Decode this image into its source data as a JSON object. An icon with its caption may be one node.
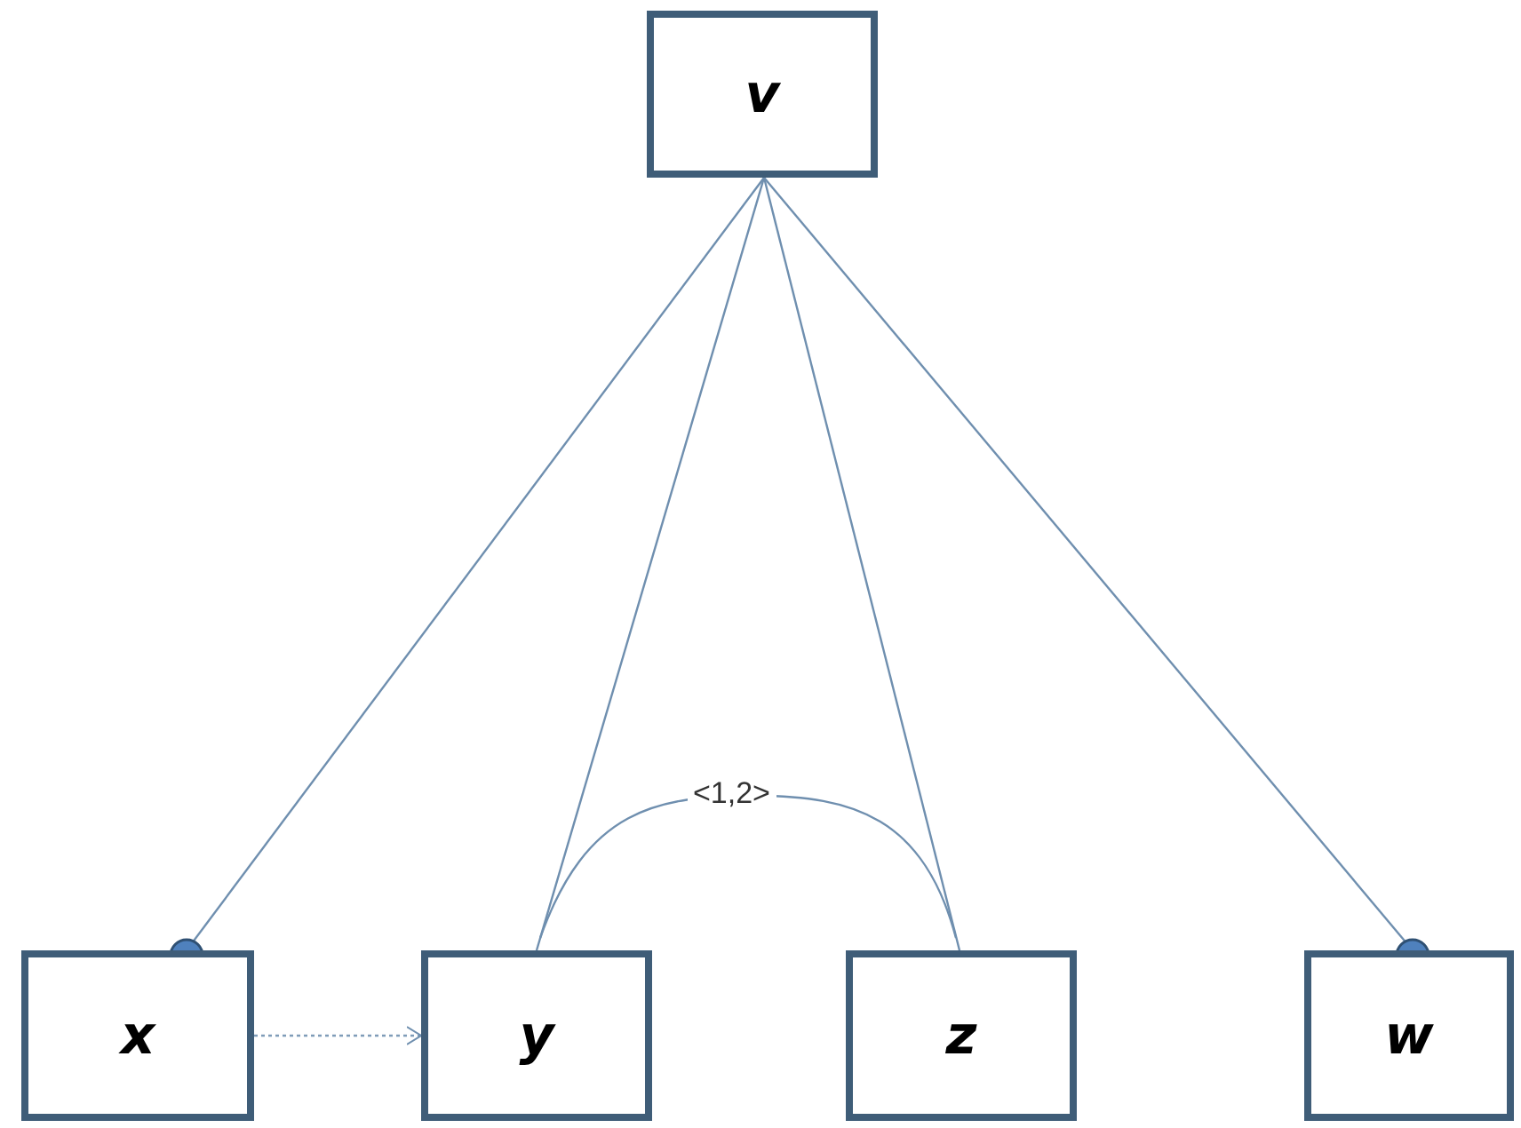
{
  "diagram": {
    "nodes": [
      {
        "text": [
          "v"
        ]
      },
      {
        "text": [
          "x"
        ]
      },
      {
        "text": [
          "y"
        ]
      },
      {
        "text": [
          "z"
        ]
      },
      {
        "text": [
          "w"
        ]
      }
    ],
    "edges": [
      {
        "from": 0,
        "to": 1,
        "arrow": "other"
      },
      {
        "from": 0,
        "to": 2,
        "arrow": "none"
      },
      {
        "from": 0,
        "to": 3,
        "arrow": "none"
      },
      {
        "from": 0,
        "to": 4,
        "arrow": "other"
      },
      {
        "from": 1,
        "to": 2,
        "arrow": "to",
        "style": "dashed"
      }
    ],
    "labels": [
      "<1,2>"
    ]
  }
}
